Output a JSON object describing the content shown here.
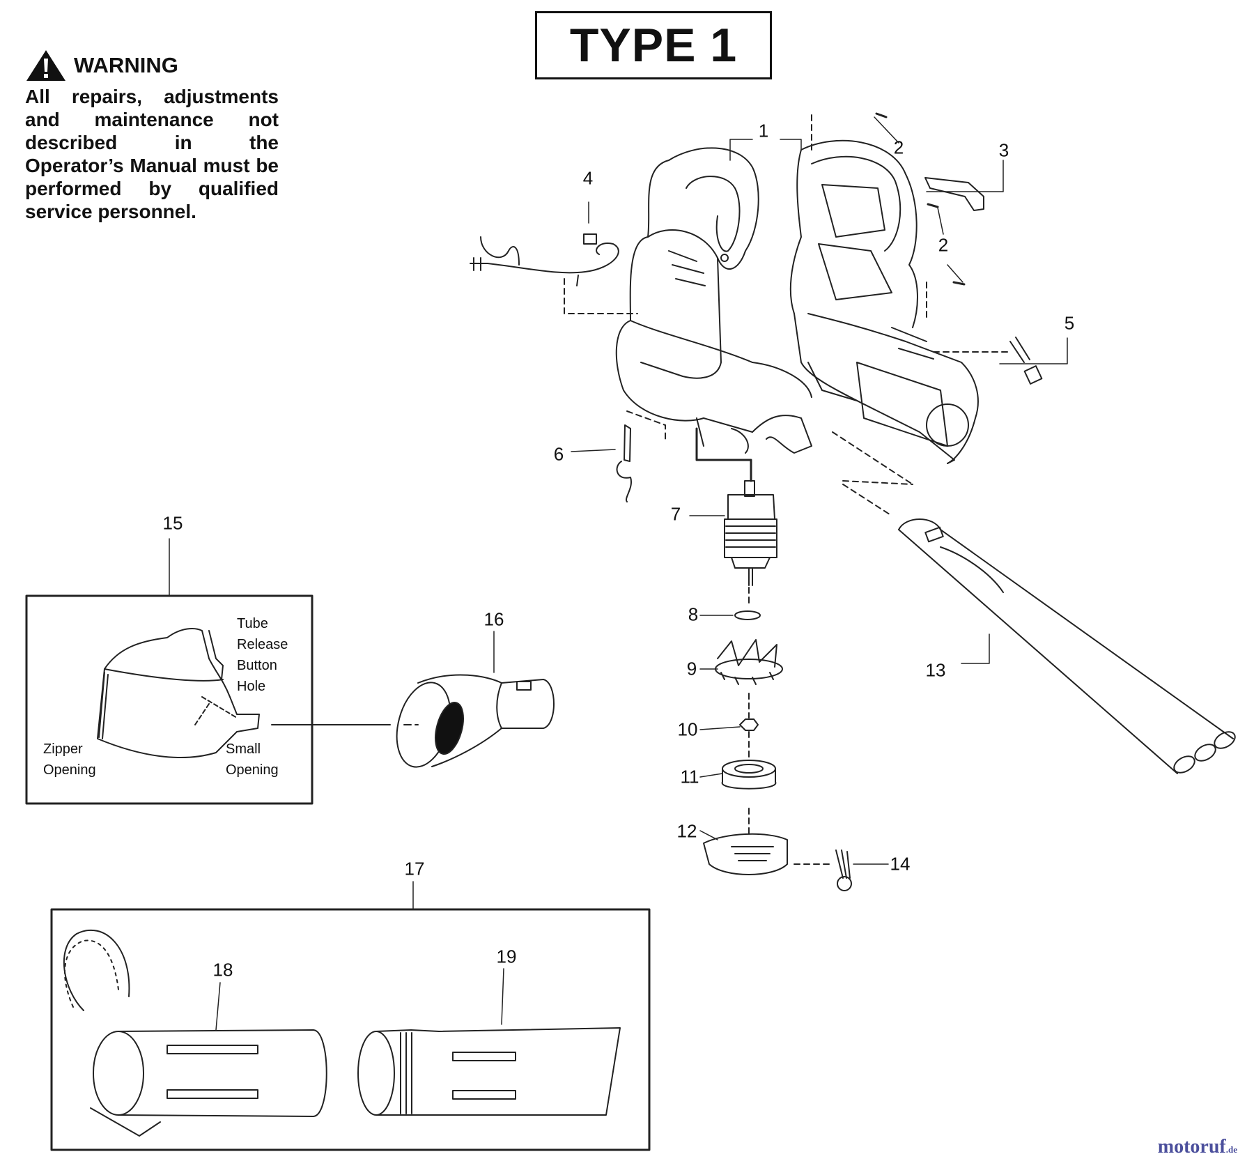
{
  "title": "TYPE 1",
  "warning": {
    "heading": "WARNING",
    "body": "All repairs, adjustments and maintenance not described in the Operator’s Manual must be performed by qualified service personnel."
  },
  "callouts": [
    "1",
    "2",
    "2",
    "3",
    "4",
    "5",
    "6",
    "7",
    "8",
    "9",
    "10",
    "11",
    "12",
    "13",
    "14",
    "15",
    "16",
    "17",
    "18",
    "19"
  ],
  "bag_notes": {
    "tube_release": [
      "Tube",
      "Release",
      "Button",
      "Hole"
    ],
    "zipper": [
      "Zipper",
      "Opening"
    ],
    "small": [
      "Small",
      "Opening"
    ]
  },
  "brand": {
    "name": "motoruf",
    "suffix": ".de"
  },
  "icons": [
    "warning-triangle-icon"
  ]
}
